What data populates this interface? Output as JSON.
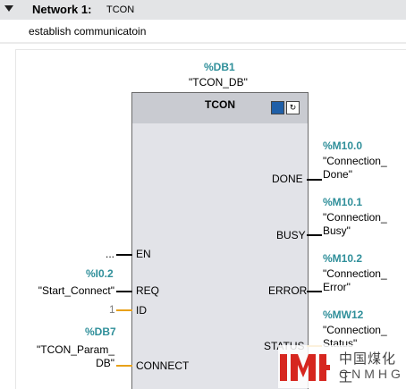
{
  "network": {
    "label": "Network 1:",
    "title": "TCON",
    "comment": "establish communicatoin"
  },
  "block": {
    "instance_db": "%DB1",
    "instance_db_name": "\"TCON_DB\"",
    "type": "TCON",
    "icons": [
      "block-info-icon",
      "block-view-icon"
    ],
    "icon2_glyph": "↻"
  },
  "inputs": {
    "en": {
      "pin": "EN",
      "signal": "..."
    },
    "req": {
      "pin": "REQ",
      "address": "%I0.2",
      "symbol": "\"Start_Connect\""
    },
    "id": {
      "pin": "ID",
      "constant": "1"
    },
    "connect": {
      "pin": "CONNECT",
      "address": "%DB7",
      "symbol_line1": "\"TCON_Param_",
      "symbol_line2": "DB\""
    }
  },
  "outputs": {
    "done": {
      "pin": "DONE",
      "address": "%M10.0",
      "symbol_line1": "\"Connection_",
      "symbol_line2": "Done\""
    },
    "busy": {
      "pin": "BUSY",
      "address": "%M10.1",
      "symbol_line1": "\"Connection_",
      "symbol_line2": "Busy\""
    },
    "error": {
      "pin": "ERROR",
      "address": "%M10.2",
      "symbol_line1": "\"Connection_",
      "symbol_line2": "Error\""
    },
    "status": {
      "pin": "STATUS",
      "address": "%MW12",
      "symbol_line1": "\"Connection_",
      "symbol_line2": "Status\""
    }
  },
  "watermark": {
    "cn": "中国煤化工",
    "en": "CNMHG",
    "color": "#d6261f"
  },
  "colors": {
    "address": "#2f8f9a",
    "header_bg": "#e3e4e6",
    "block_bg": "#e2e3e8",
    "wire_orange": "#e8a11a"
  }
}
